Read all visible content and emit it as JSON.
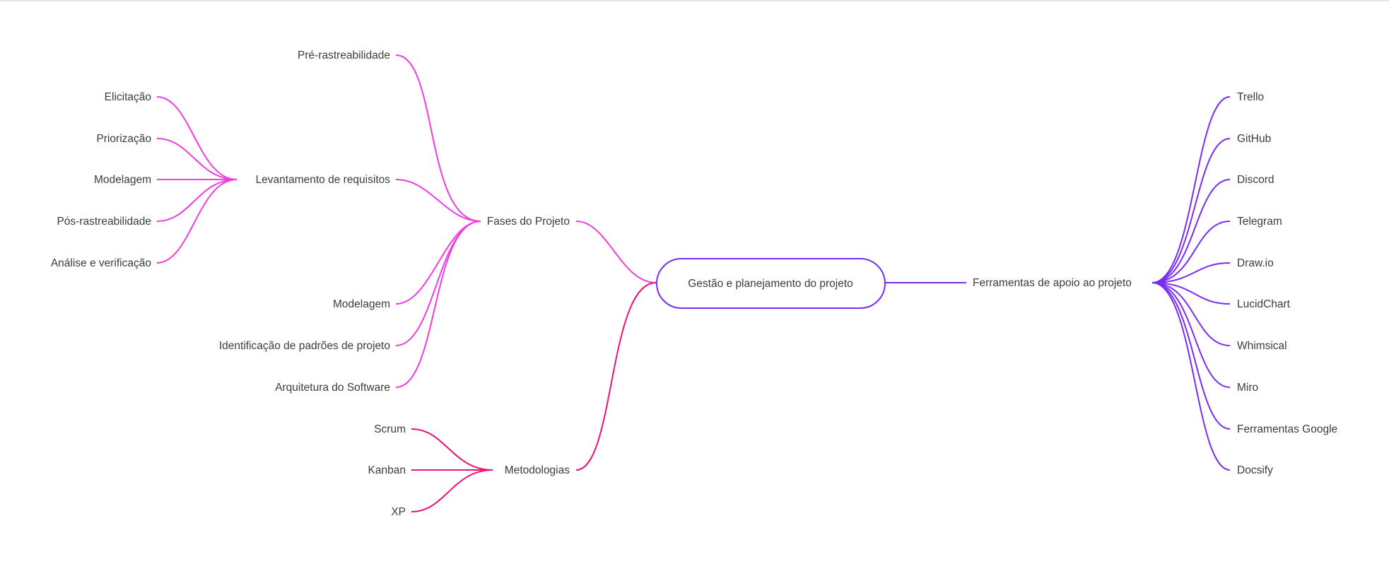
{
  "colors": {
    "fases": "#f03ce0",
    "metodologias": "#ec127a",
    "ferramentas": "#7a2cf2",
    "root_border": "#7a2cf2",
    "text": "#3c3c3c"
  },
  "root": {
    "label": "Gestão e planejamento do projeto"
  },
  "fases": {
    "label": "Fases do Projeto",
    "pre_rastreabilidade": "Pré-rastreabilidade",
    "levantamento": {
      "label": "Levantamento de requisitos",
      "children": [
        "Elicitação",
        "Priorização",
        "Modelagem",
        "Pós-rastreabilidade",
        "Análise e verificação"
      ]
    },
    "others": [
      "Modelagem",
      "Identificação de padrões de projeto",
      "Arquitetura do Software"
    ]
  },
  "metodologias": {
    "label": "Metodologias",
    "children": [
      "Scrum",
      "Kanban",
      "XP"
    ]
  },
  "ferramentas": {
    "label": "Ferramentas de apoio ao projeto",
    "children": [
      "Trello",
      "GitHub",
      "Discord",
      "Telegram",
      "Draw.io",
      "LucidChart",
      "Whimsical",
      "Miro",
      "Ferramentas Google",
      "Docsify"
    ]
  }
}
